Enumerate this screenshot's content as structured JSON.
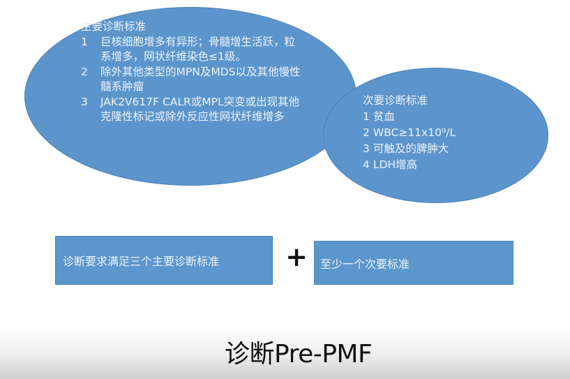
{
  "major_criteria": {
    "title": "主要诊断标准",
    "items": [
      {
        "num": "1",
        "text": "巨核细胞增多有异形；骨髓增生活跃，粒系增多，网状纤维染色≤1级。"
      },
      {
        "num": "2",
        "text": "除外其他类型的MPN及MDS以及其他慢性髓系肿瘤"
      },
      {
        "num": "3",
        "text": "JAK2V617F CALR或MPL突变或出现其他克隆性标记或除外反应性网状纤维增多"
      }
    ]
  },
  "minor_criteria": {
    "title": "次要诊断标准",
    "items": [
      {
        "num": "1",
        "text": "贫血"
      },
      {
        "num": "2",
        "text": "WBC≥11x10⁹/L"
      },
      {
        "num": "3",
        "text": "可触及的脾肿大"
      },
      {
        "num": "4",
        "text": "LDH增高"
      }
    ]
  },
  "requirement": {
    "major_box": "诊断要求满足三个主要诊断标准",
    "plus": "+",
    "minor_box": "至少一个次要标准"
  },
  "slide_title": "诊断Pre-PMF",
  "colors": {
    "shape_fill": "#5b95cc",
    "shape_text": "#eef3f9",
    "title_text": "#111111"
  }
}
